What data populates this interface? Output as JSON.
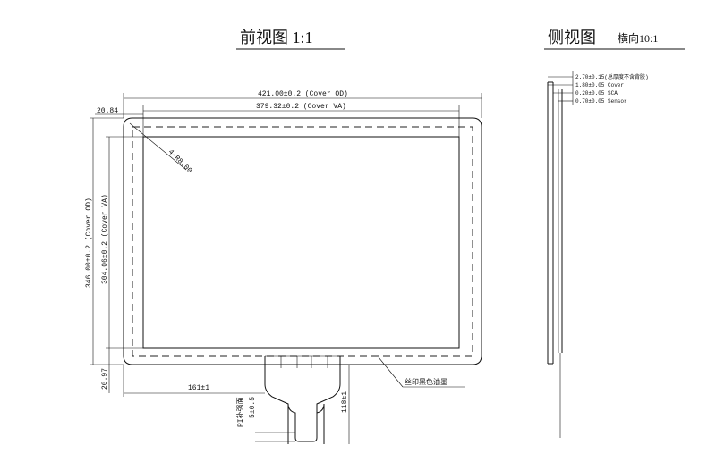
{
  "titles": {
    "front": "前视图  1:1",
    "side": "侧视图",
    "side_scale": "横向10:1"
  },
  "front_dims": {
    "cover_od_width": "421.00±0.2 (Cover OD)",
    "cover_va_width": "379.32±0.2 (Cover VA)",
    "left_offset": "20.84",
    "corner_radius": "4-R8.00",
    "cover_od_height": "346.00±0.2 (Cover OD)",
    "cover_va_height": "304.06±0.2 (Cover VA)",
    "bottom_offset": "20.97",
    "fpc_position": "161±1",
    "fpc_length": "118±1",
    "pin_label": "PI补强面",
    "pin_width": "5±0.5",
    "silk_note": "丝印黑色油墨"
  },
  "side_dims": {
    "total_thickness": "2.70±0.15(总厚度不含背胶)",
    "cover_thickness": "1.80±0.05 Cover",
    "sca_thickness": "0.20±0.05 SCA",
    "sensor_thickness": "0.70±0.05 Sensor"
  }
}
